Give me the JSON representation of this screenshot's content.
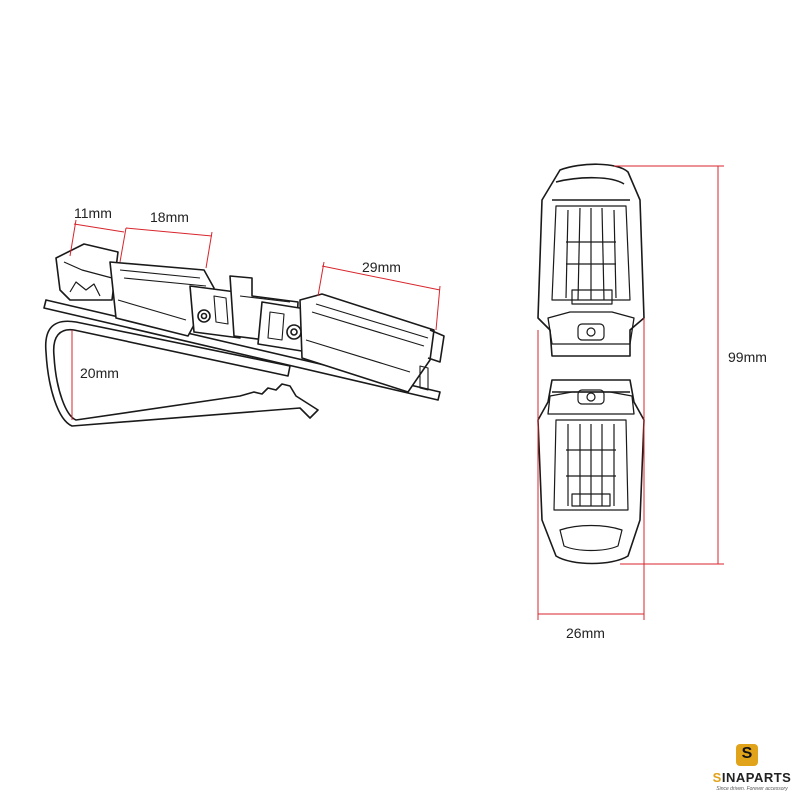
{
  "dimensions": {
    "width_11": "11mm",
    "width_18": "18mm",
    "width_29": "29mm",
    "clip_depth": "20mm",
    "length": "99mm",
    "width_26": "26mm"
  },
  "colors": {
    "outline": "#1a1a1a",
    "dimension": "#d8252c",
    "brand_accent": "#e0a31a"
  },
  "brand": {
    "icon": "S",
    "name_first": "S",
    "name_rest": "INAPARTS",
    "tagline": "Since driven. Forever accessory"
  }
}
